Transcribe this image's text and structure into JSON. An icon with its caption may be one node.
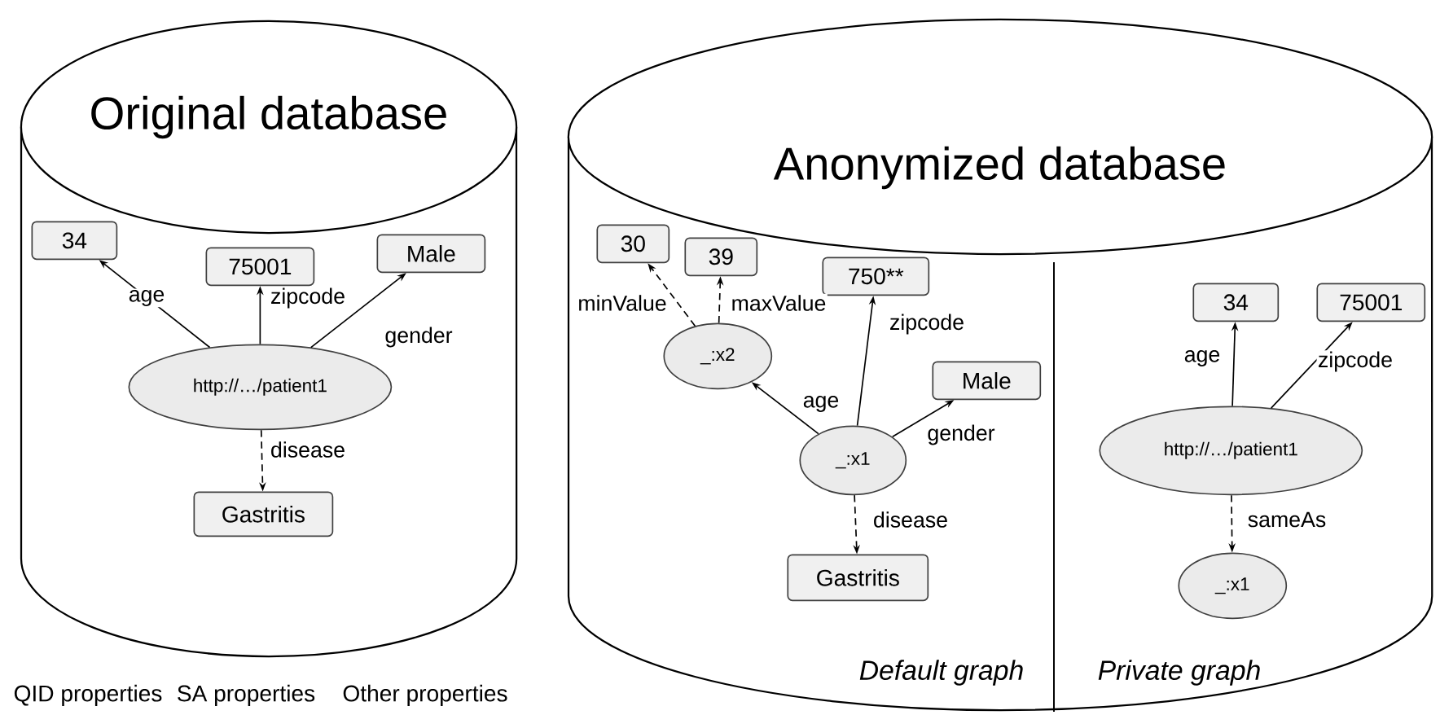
{
  "diagram": {
    "nodes": [
      {
        "text": [
          "Original database"
        ]
      },
      {
        "text": [
          "34"
        ],
        "in": 0
      },
      {
        "text": [
          "75001"
        ],
        "in": 0
      },
      {
        "text": [
          "Male"
        ],
        "in": 0
      },
      {
        "text": [
          "http://…/patient1"
        ],
        "in": 0
      },
      {
        "text": [
          "Gastritis"
        ],
        "in": 0
      },
      {
        "text": [
          "Anonymized database"
        ]
      },
      {
        "text": [
          "30"
        ],
        "in": 6
      },
      {
        "text": [
          "39"
        ],
        "in": 6
      },
      {
        "text": [
          "750**"
        ],
        "in": 6
      },
      {
        "text": [
          "_:x2"
        ],
        "in": 6
      },
      {
        "text": [
          "Male"
        ],
        "in": 6
      },
      {
        "text": [
          "_:x1"
        ],
        "in": 6
      },
      {
        "text": [
          "Gastritis"
        ],
        "in": 6
      },
      {
        "text": [
          "34"
        ],
        "in": 6
      },
      {
        "text": [
          "75001"
        ],
        "in": 6
      },
      {
        "text": [
          "http://…/patient1"
        ],
        "in": 6
      },
      {
        "text": [
          "_:x1"
        ],
        "in": 6
      }
    ],
    "edges": [
      {
        "from": 4,
        "to": 1,
        "arrow": "to",
        "label": "age"
      },
      {
        "from": 4,
        "to": 2,
        "arrow": "to",
        "label": "zipcode"
      },
      {
        "from": 4,
        "to": 3,
        "arrow": "to",
        "label": "gender"
      },
      {
        "from": 4,
        "to": 5,
        "arrow": "to",
        "label": "disease",
        "style": "dashed"
      },
      {
        "from": 10,
        "to": 7,
        "arrow": "to",
        "label": "minValue",
        "style": "dashed"
      },
      {
        "from": 10,
        "to": 8,
        "arrow": "to",
        "label": "maxValue",
        "style": "dashed"
      },
      {
        "from": 12,
        "to": 10,
        "arrow": "to",
        "label": "age"
      },
      {
        "from": 12,
        "to": 9,
        "arrow": "to",
        "label": "zipcode"
      },
      {
        "from": 12,
        "to": 11,
        "arrow": "to",
        "label": "gender"
      },
      {
        "from": 12,
        "to": 13,
        "arrow": "to",
        "label": "disease",
        "style": "dashed"
      },
      {
        "from": 16,
        "to": 14,
        "arrow": "to",
        "label": "age"
      },
      {
        "from": 16,
        "to": 15,
        "arrow": "to",
        "label": "zipcode"
      },
      {
        "from": 16,
        "to": 17,
        "arrow": "to",
        "label": "sameAs",
        "style": "dashed"
      }
    ],
    "labels": [
      "Default graph",
      "Private graph",
      "QID properties",
      "SA properties",
      "Other properties"
    ]
  }
}
